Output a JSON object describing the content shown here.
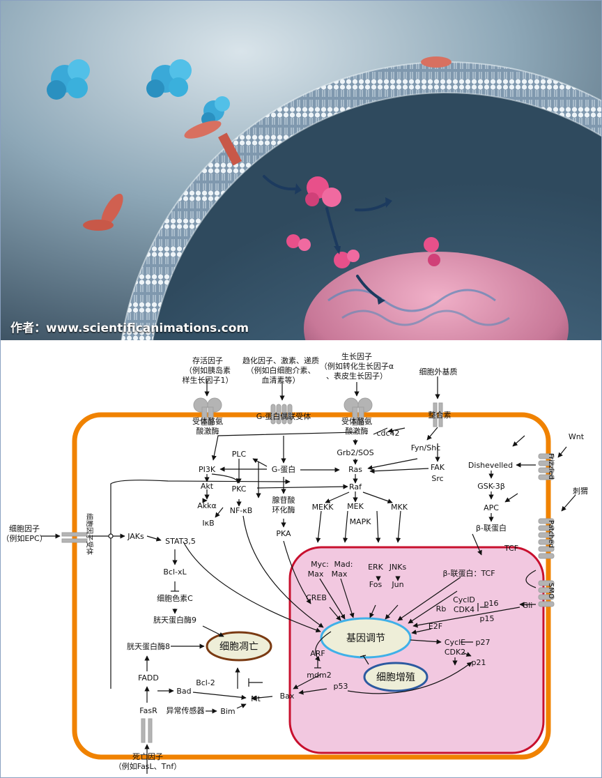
{
  "photo": {
    "credit": "作者：www.scientificanimations.com"
  },
  "diagram": {
    "external": {
      "survival_factor": [
        "存活因子",
        "（例如胰岛素",
        "样生长因子1）"
      ],
      "chemokine": [
        "趋化因子、激素、递质",
        "（例如白细胞介素、",
        "血清素等）"
      ],
      "growth_factor": [
        "生长因子",
        "（例如转化生长因子α",
        "、表皮生长因子）"
      ],
      "ecm": "细胞外基质",
      "wnt": "Wnt",
      "hedgehog": "刺猬",
      "cytokine": [
        "细胞因子",
        "（例如EPC）"
      ],
      "death_factor": [
        "死亡因子",
        "（例如FasL、Tnf）"
      ]
    },
    "receptors": {
      "rtk1": [
        "受体酪氨",
        "酸激酶"
      ],
      "gpcr": "G-蛋白偶联受体",
      "rtk2": [
        "受体酪氨",
        "酸激酶"
      ],
      "integrin": "整合素",
      "frizzled": "Frizzled",
      "patched": "Patched",
      "smo": "SMO",
      "cytokine_receptor": "细胞因子受体"
    },
    "nodes": {
      "cdc42": "cdc42",
      "plc": "PLC",
      "grb2": "Grb2/SOS",
      "fyn": "Fyn/Shc",
      "pi3k": "PI3K",
      "gprotein": "G-蛋白",
      "ras": "Ras",
      "fak": "FAK",
      "src": "Src",
      "akt": "Akt",
      "pkc": "PKC",
      "raf": "Raf",
      "akka": "Akkα",
      "nfkb": "NF-κB",
      "camp": [
        "腺苷酸",
        "环化酶"
      ],
      "ikb": "IκB",
      "pka": "PKA",
      "mek": "MEK",
      "mekk": "MEKK",
      "mapk": "MAPK",
      "mkk": "MKK",
      "dishevelled": "Dishevelled",
      "gsk": "GSK-3β",
      "apc": "APC",
      "bcatenin": "β-联蛋白",
      "tcf": "TCF",
      "jaks": "JAKs",
      "stat": "STAT3,5",
      "bclxl": "Bcl-xL",
      "cytc": "细胞色素C",
      "casp9": "胱天蛋白酶9",
      "casp8": "胱天蛋白酶8",
      "fadd": "FADD",
      "fasr": "FasR",
      "bcl2": "Bcl-2",
      "bad": "Bad",
      "mt": "Mt",
      "bim": "Bim",
      "stress": "异常传感器",
      "bax": "Bax",
      "gli": "Gli"
    },
    "nucleus": {
      "myc": "Myc:",
      "max1": "Max",
      "mad": "Mad:",
      "max2": "Max",
      "erk": "ERK",
      "fos": "Fos",
      "jnks": "JNKs",
      "jun": "Jun",
      "bcat_tcf": "β-联蛋白：TCF",
      "creb": "CREB",
      "cycd": "CyclD",
      "cdk4": "CDK4",
      "p16": "p16",
      "p15": "p15",
      "rb": "Rb",
      "e2f": "E2F",
      "cyce": "CyclE",
      "cdk2": "CDK2",
      "p27": "p27",
      "p21": "p21",
      "arf": "ARF",
      "mdm2": "mdm2",
      "p53": "p53"
    },
    "outcomes": {
      "gene_regulation": "基因调节",
      "apoptosis": "细胞凋亡",
      "proliferation": "细胞增殖"
    }
  },
  "colors": {
    "membrane": "#f08200",
    "nucleus_fill": "#f2c8e0",
    "nucleus_border": "#c8102e",
    "gene_reg_fill": "#eeeed8",
    "gene_reg_border": "#3fb0e8",
    "apoptosis_border": "#7a3a12",
    "proliferation_border": "#2c5aa0",
    "receptor_gray": "#b4b4b4"
  }
}
